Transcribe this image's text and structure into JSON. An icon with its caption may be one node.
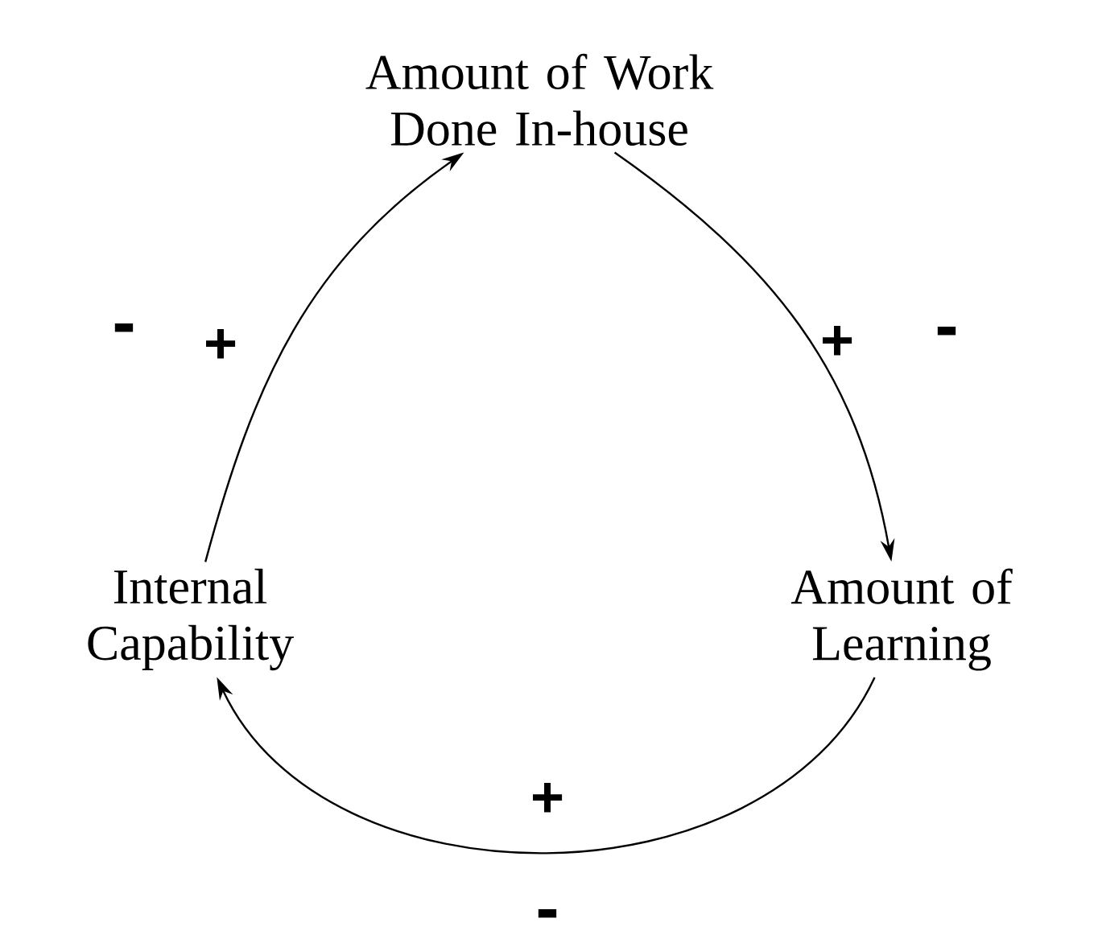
{
  "diagram": {
    "nodes": [
      {
        "text": [
          "Amount of Work Done In-house"
        ]
      },
      {
        "text": [
          "Amount of Learning"
        ]
      },
      {
        "text": [
          "Internal Capability"
        ]
      }
    ],
    "edges": [
      {
        "from": 0,
        "to": 1,
        "arrow": "to",
        "label": "+"
      },
      {
        "from": 1,
        "to": 2,
        "arrow": "to",
        "label": "+"
      },
      {
        "from": 2,
        "to": 0,
        "arrow": "to",
        "label": "+"
      }
    ],
    "labels": [
      "-",
      "-",
      "-"
    ]
  }
}
